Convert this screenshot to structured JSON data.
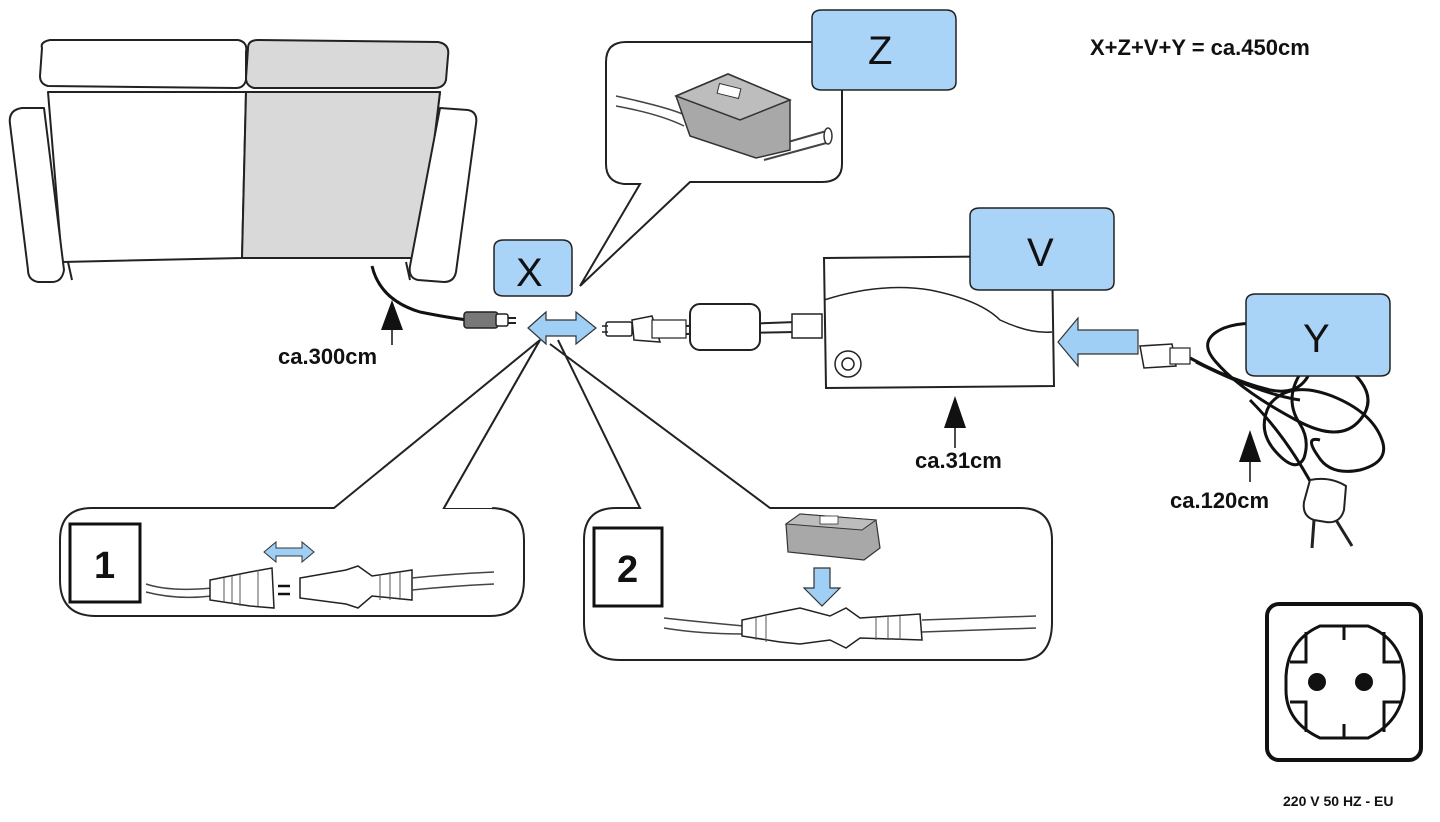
{
  "formula": "X+Z+V+Y = ca.450cm",
  "labels": {
    "x": "X",
    "z": "Z",
    "v": "V",
    "y": "Y"
  },
  "measurements": {
    "sofa_cable": "ca.300cm",
    "adapter_cable": "ca.31cm",
    "plug_cable": "ca.120cm"
  },
  "steps": {
    "one": "1",
    "two": "2"
  },
  "socket_spec": "220 V 50 HZ - EU",
  "colors": {
    "tag_fill": "#a9d3f7",
    "arrow_fill": "#9fcff5",
    "sofa_grey": "#d9d9d9",
    "clip_grey": "#a8a8a8"
  }
}
